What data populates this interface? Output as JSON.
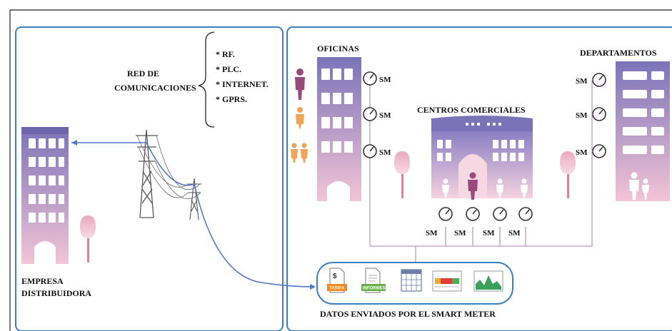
{
  "colors": {
    "panel_border": "#3a7fc1",
    "building_top": "#7b73b8",
    "building_bottom": "#f3c4d6",
    "window": "#ffffff",
    "tree_trunk": "#d9869b",
    "tree_top": "#f1b9cb",
    "cable": "#4f78c9",
    "network_line": "#c9a6cf",
    "person": "#9a4a7a",
    "person_orange": "#f0a45a",
    "meter_stroke": "#333333",
    "data_panel_border": "#3a7fc1"
  },
  "labels": {
    "network_title_line1": "RED DE",
    "network_title_line2": "COMUNICACIONES",
    "network_items": [
      "* RF.",
      "* PLC.",
      "* INTERNET.",
      "* GPRS."
    ],
    "oficinas": "OFICINAS",
    "departamentos": "DEPARTAMENTOS",
    "centros": "CENTROS COMERCIALES",
    "empresa_line1": "EMPRESA",
    "empresa_line2": "DISTRIBUIDORA",
    "datos": "DATOS ENVIADOS POR EL SMART METER",
    "sm": "SM"
  },
  "data_icons": [
    {
      "name": "tarifa-icon",
      "label": "TARIFA",
      "glyph": "$"
    },
    {
      "name": "informes-icon",
      "label": "INFORMES"
    },
    {
      "name": "calendar-icon"
    },
    {
      "name": "color-bar-chart-icon"
    },
    {
      "name": "area-chart-icon"
    }
  ]
}
